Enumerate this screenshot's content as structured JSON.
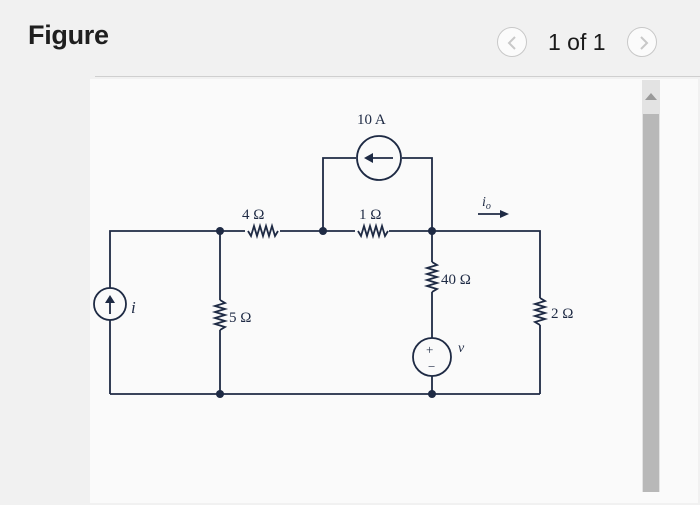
{
  "header": {
    "title": "Figure",
    "page_indicator": "1 of 1"
  },
  "colors": {
    "wire": "#1e2a44",
    "background": "#f1f1f1",
    "scroll_thumb": "#b8b8b8"
  },
  "icons": {
    "prev": "chevron-left-icon",
    "next": "chevron-right-icon",
    "scroll_up": "triangle-up-icon"
  },
  "circuit": {
    "source_10A": "10 A",
    "r_4": "4 Ω",
    "r_1": "1 Ω",
    "r_40": "40 Ω",
    "r_5": "5 Ω",
    "r_2": "2 Ω",
    "source_i": "i",
    "source_v": "v",
    "current_io": "i",
    "current_io_sub": "o"
  }
}
